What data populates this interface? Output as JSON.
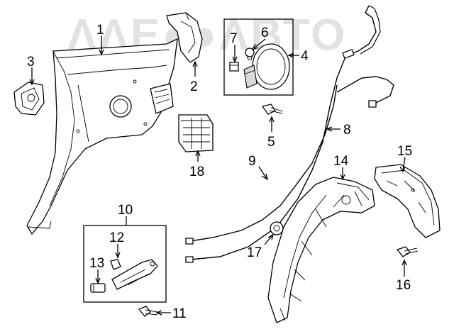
{
  "watermark": "ΛΛЕ●●ΛВТО",
  "callouts": {
    "p1": "1",
    "p2": "2",
    "p3": "3",
    "p4": "4",
    "p5": "5",
    "p6": "6",
    "p7": "7",
    "p8": "8",
    "p9": "9",
    "p10": "10",
    "p11": "11",
    "p12": "12",
    "p13": "13",
    "p14": "14",
    "p15": "15",
    "p16": "16",
    "p17": "17",
    "p18": "18"
  }
}
